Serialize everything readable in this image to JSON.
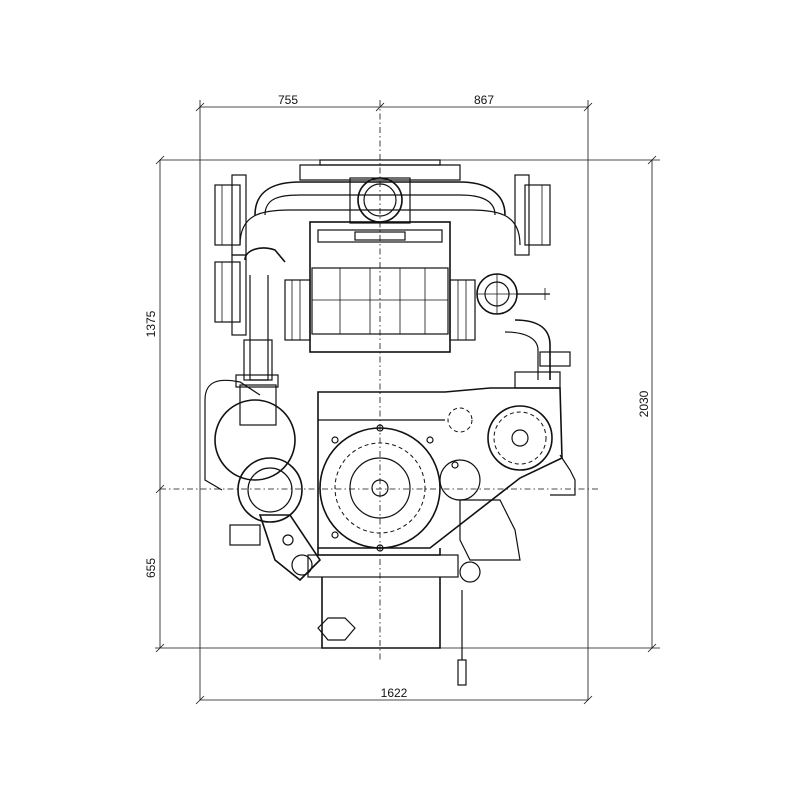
{
  "drawing": {
    "view": "front view engine outline drawing"
  },
  "dimensions": {
    "top_left": "755",
    "top_right": "867",
    "left_upper": "1375",
    "left_lower": "655",
    "right_total": "2030",
    "bottom_width": "1622"
  }
}
